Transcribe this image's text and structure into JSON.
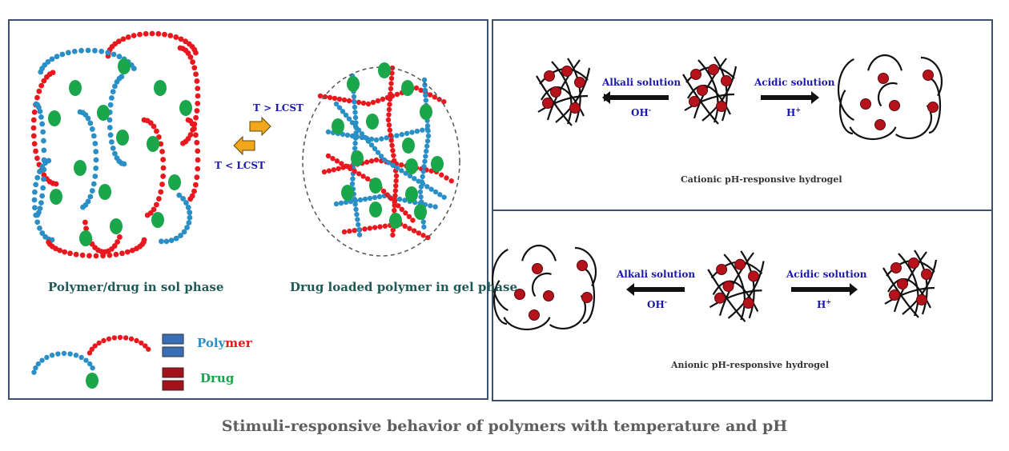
{
  "left": {
    "sol_label": "Polymer/drug in sol phase",
    "gel_label": "Drug loaded polymer in gel phase",
    "heat_label": "T > LCST",
    "cool_label": "T < LCST",
    "legend": {
      "polymer_a": "Poly",
      "polymer_b": "mer",
      "drug": "Drug"
    }
  },
  "cationic": {
    "alkali": "Alkali solution",
    "acidic": "Acidic solution",
    "oh": "OH",
    "oh_sup": "-",
    "h": "H",
    "h_sup": "+",
    "title": "Cationic pH-responsive hydrogel"
  },
  "anionic": {
    "alkali": "Alkali solution",
    "acidic": "Acidic solution",
    "oh": "OH",
    "oh_sup": "-",
    "h": "H",
    "h_sup": "+",
    "title": "Anionic pH-responsive hydrogel"
  },
  "caption": "Stimuli-responsive behavior of polymers with temperature and pH",
  "colors": {
    "polymer_blue": "#2a8fc7",
    "polymer_red": "#e8181e",
    "drug_green": "#1aa64a",
    "drug_red": "#b5121b",
    "border": "#3a5270"
  }
}
